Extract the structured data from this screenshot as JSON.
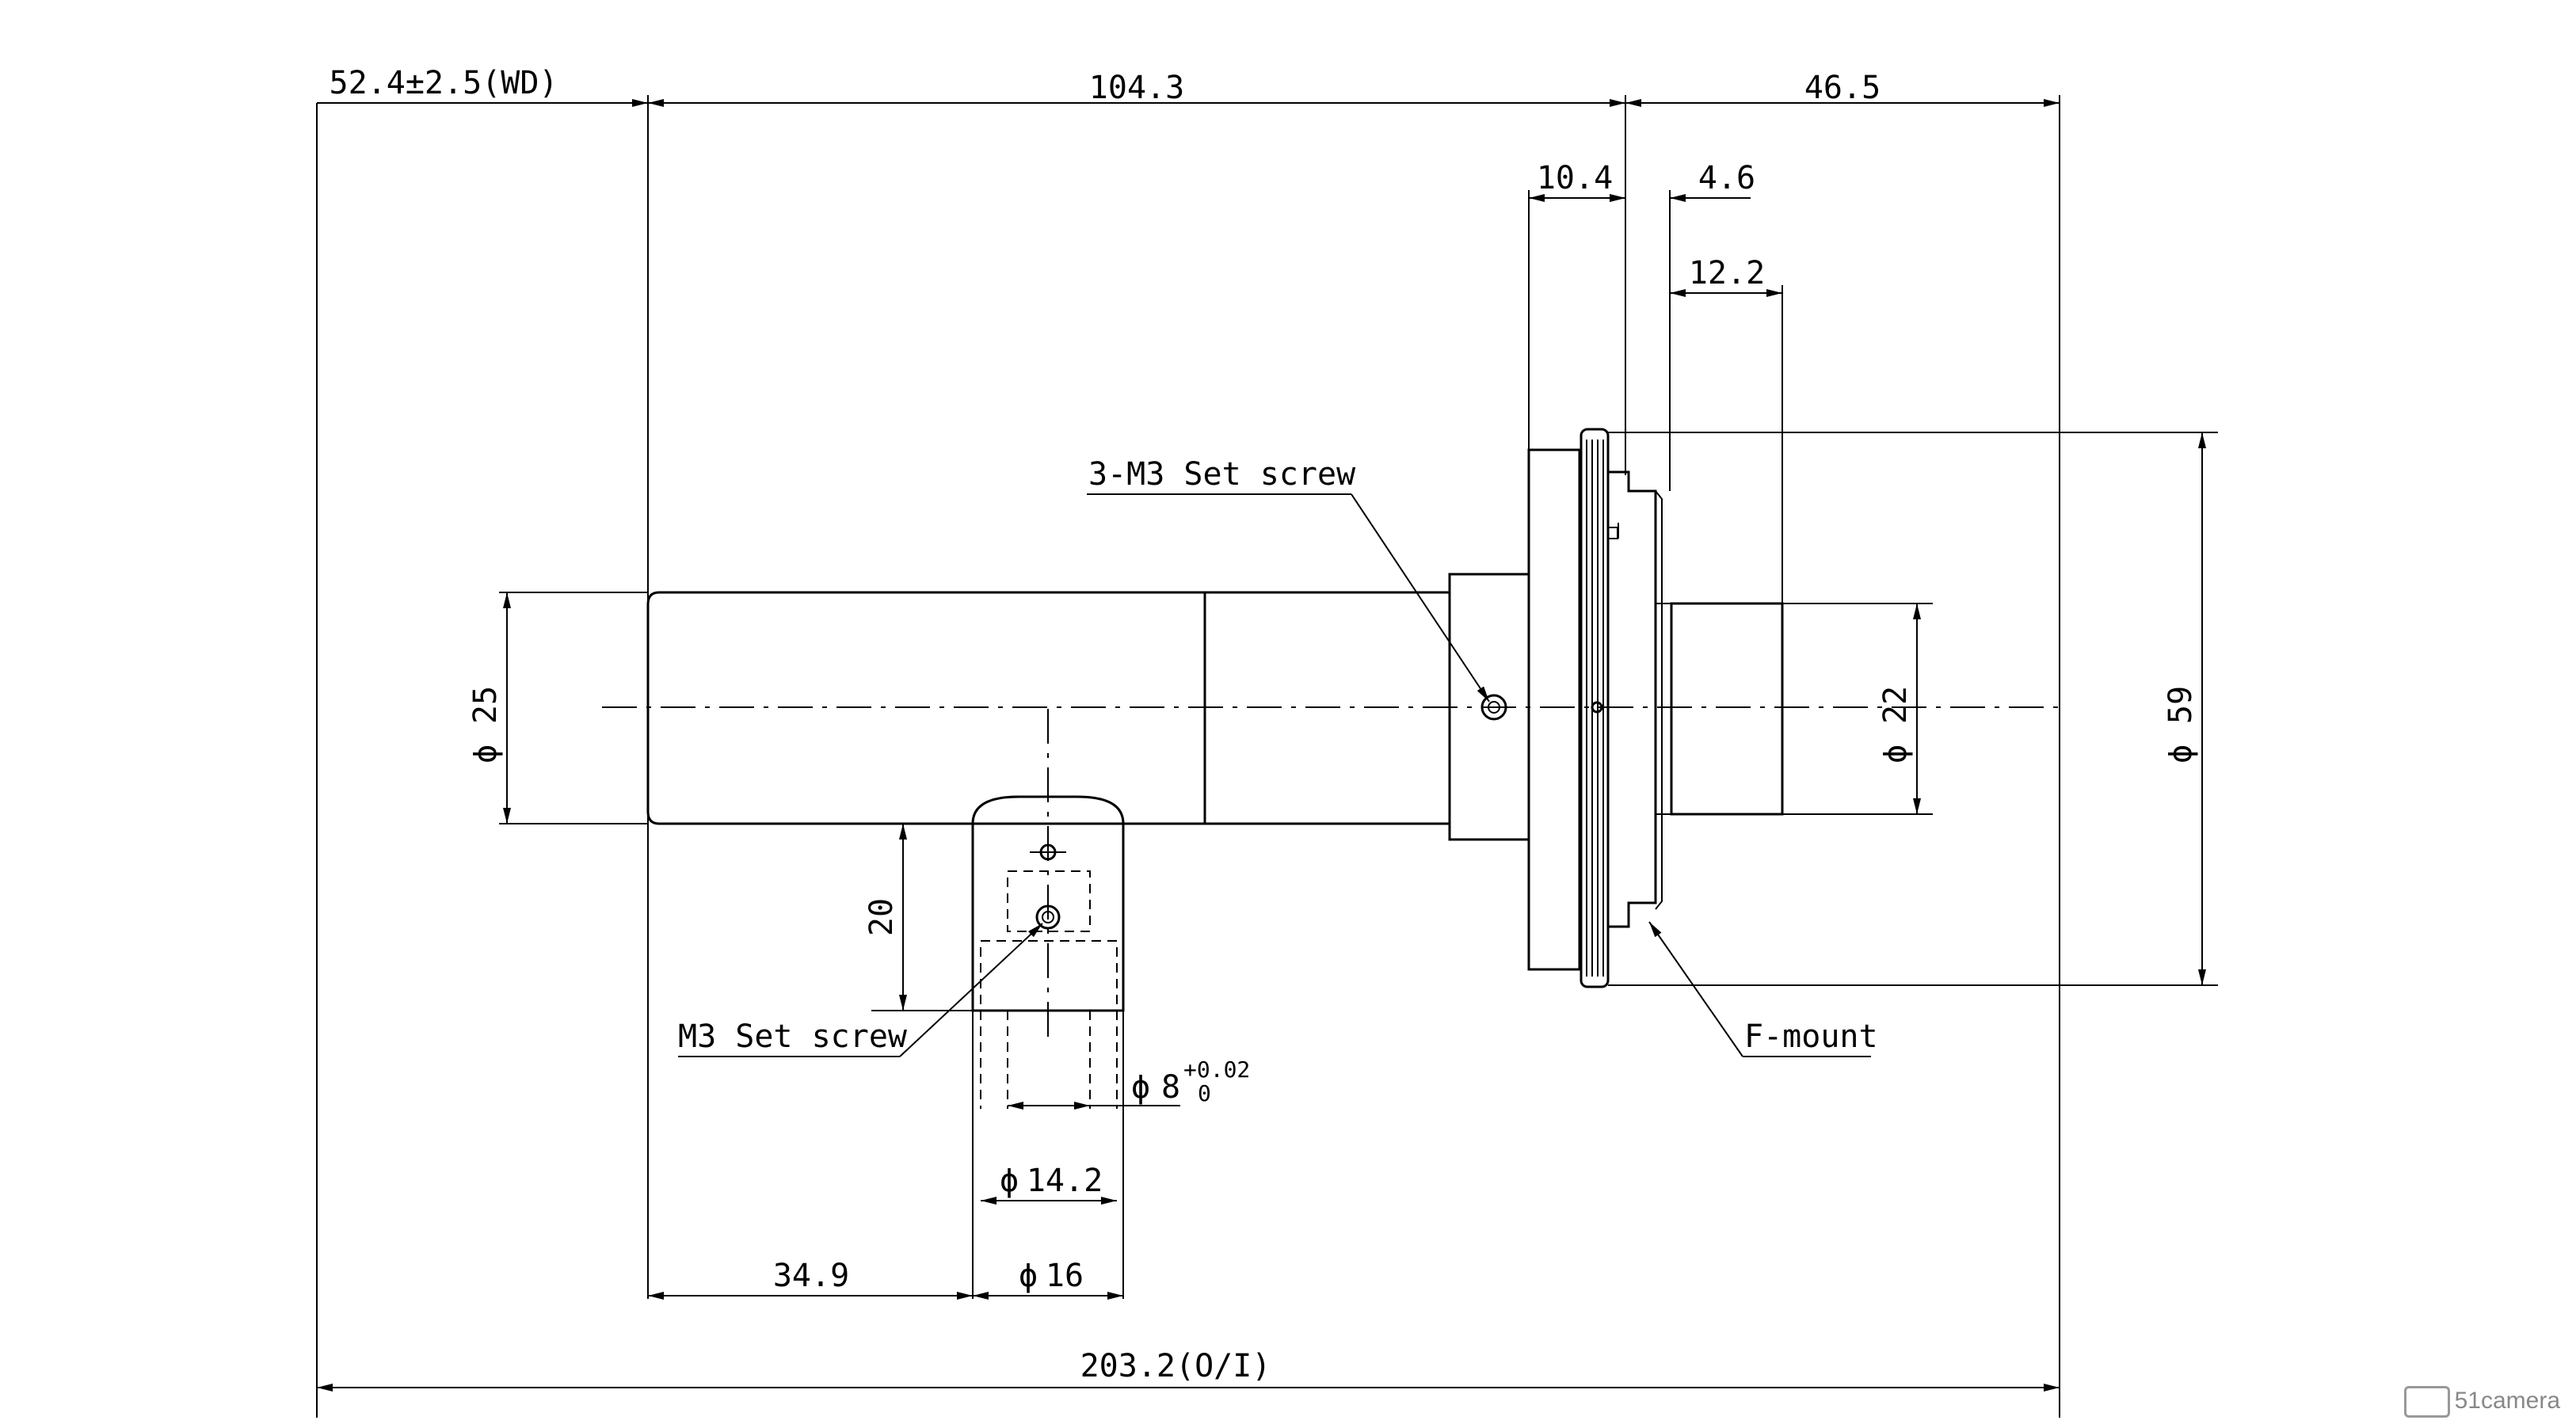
{
  "dimensions": {
    "working_distance": "52.4±2.5(WD)",
    "lens_length": "104.3",
    "mount_length": "46.5",
    "ring_width": "10.4",
    "flange_step": "4.6",
    "rear_barrel_offset": "12.2",
    "front_diameter": "25",
    "rear_diameter": "22",
    "flange_diameter": "59",
    "bracket_height": "20",
    "shaft_diameter": "8",
    "shaft_tol_upper": "+0.02",
    "shaft_tol_lower": "0",
    "bore_diameter": "14.2",
    "bracket_diameter": "16",
    "bracket_offset": "34.9",
    "overall_length": "203.2(O/I)"
  },
  "labels": {
    "set_screw_3": "3-M3 Set screw",
    "set_screw": "M3 Set screw",
    "f_mount": "F-mount",
    "phi": "ϕ"
  },
  "watermark": {
    "text": "51camera"
  }
}
